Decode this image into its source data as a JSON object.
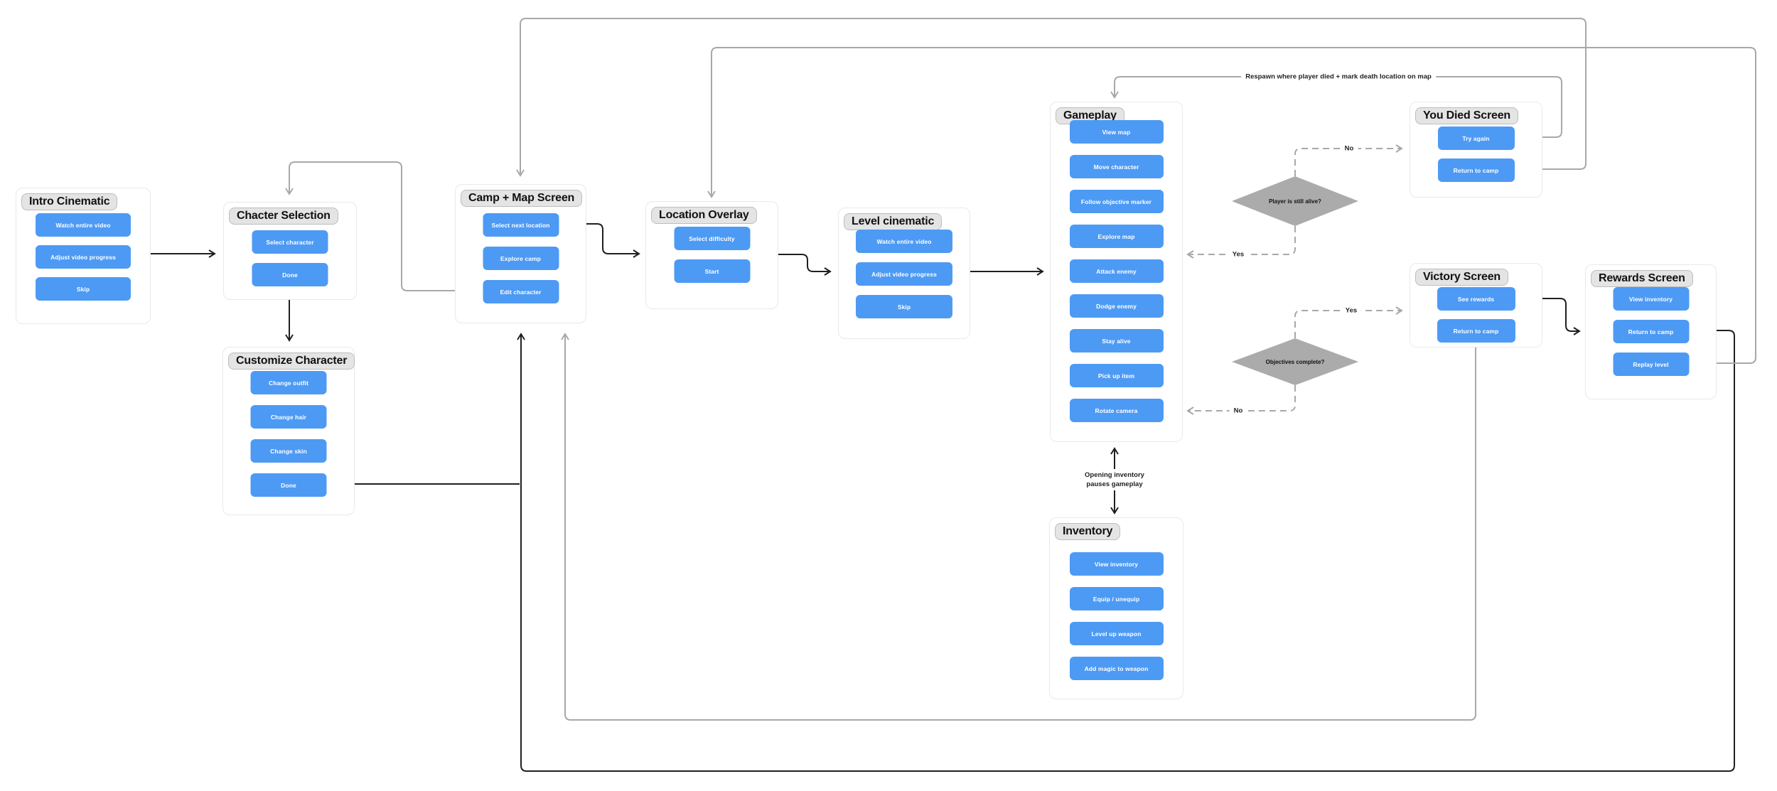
{
  "colors": {
    "button_blue": "#4D9AF5",
    "diamond_gray": "#ABABAB",
    "connector_gray": "#A8A8A8",
    "connector_black": "#1F1F1F",
    "pill_bg": "#E4E4E4"
  },
  "boxes": {
    "intro": {
      "title": "Intro Cinematic",
      "buttons": [
        "Watch entire video",
        "Adjust video progress",
        "Skip"
      ]
    },
    "chacter": {
      "title": "Chacter Selection",
      "buttons": [
        "Select character",
        "Done"
      ]
    },
    "customize": {
      "title": "Customize Character",
      "buttons": [
        "Change outfit",
        "Change hair",
        "Change skin",
        "Done"
      ]
    },
    "camp": {
      "title": "Camp + Map Screen",
      "buttons": [
        "Select next location",
        "Explore camp",
        "Edit character"
      ]
    },
    "location": {
      "title": "Location Overlay",
      "buttons": [
        "Select difficulty",
        "Start"
      ]
    },
    "level": {
      "title": "Level cinematic",
      "buttons": [
        "Watch entire video",
        "Adjust video progress",
        "Skip"
      ]
    },
    "gameplay": {
      "title": "Gameplay",
      "buttons": [
        "View map",
        "Move character",
        "Follow objective marker",
        "Explore map",
        "Attack enemy",
        "Dodge enemy",
        "Stay alive",
        "Pick up item",
        "Rotate camera"
      ]
    },
    "inventory": {
      "title": "Inventory",
      "buttons": [
        "View inventory",
        "Equip / unequip",
        "Level up weapon",
        "Add magic to weapon"
      ]
    },
    "you_died": {
      "title": "You Died Screen",
      "buttons": [
        "Try again",
        "Return to camp"
      ]
    },
    "victory": {
      "title": "Victory Screen",
      "buttons": [
        "See rewards",
        "Return to camp"
      ]
    },
    "rewards": {
      "title": "Rewards Screen",
      "buttons": [
        "View inventory",
        "Return to camp",
        "Replay level"
      ]
    }
  },
  "decisions": {
    "alive": {
      "label": "Player is still alive?"
    },
    "objectives": {
      "label": "Objectives complete?"
    }
  },
  "edge_labels": {
    "alive_no": "No",
    "alive_yes": "Yes",
    "objectives_yes": "Yes",
    "objectives_no": "No",
    "respawn": "Respawn where player died + mark death location on map",
    "inventory_note_line1": "Opening inventory",
    "inventory_note_line2": "pauses gameplay"
  }
}
